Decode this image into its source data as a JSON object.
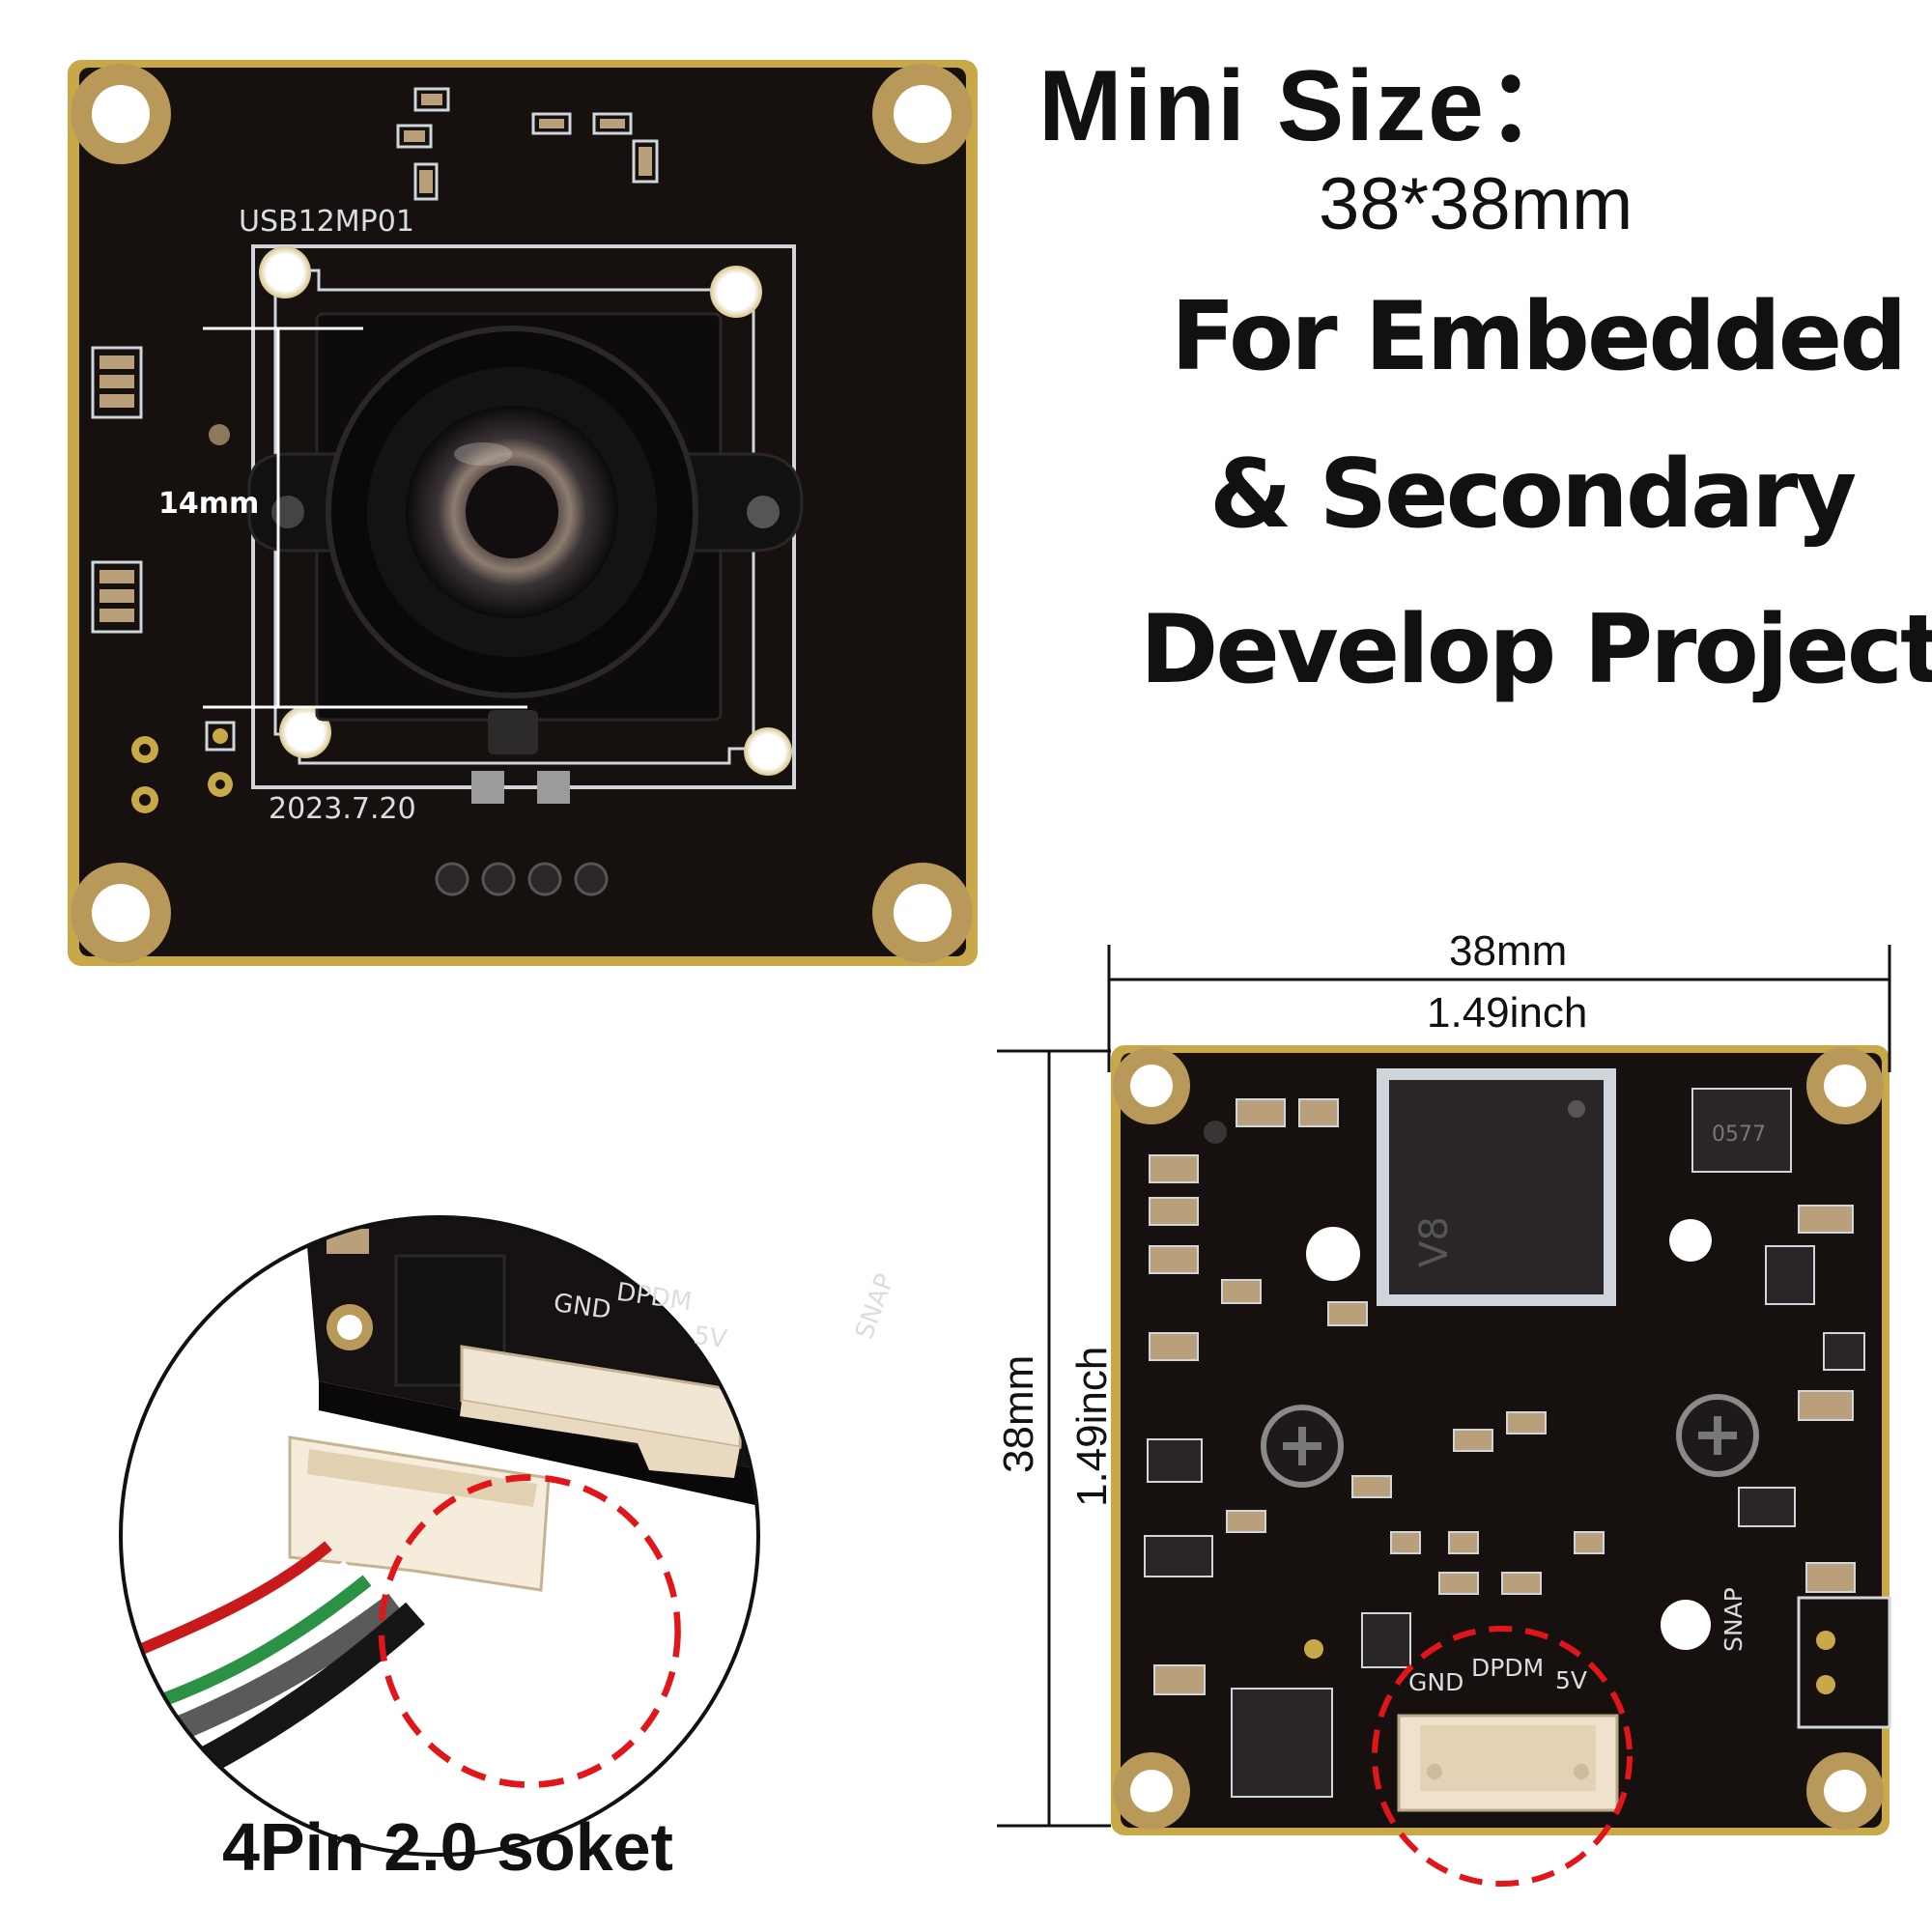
{
  "headline": {
    "title": "Mini Size：",
    "size": "38*38mm",
    "line1": "For Embedded",
    "line2": "& Secondary",
    "line3": "Develop Project"
  },
  "board_top": {
    "model_label": "USB12MP01",
    "date_label": "2023.7.20",
    "lens_dimension": "14mm"
  },
  "board_bottom": {
    "chip_label": "V8",
    "chip2_label": "0577",
    "snap_label": "SNAP",
    "pins": [
      "GND",
      "DPDM",
      "5V"
    ]
  },
  "dimensions": {
    "width_mm": "38mm",
    "width_inch": "1.49inch",
    "height_mm": "38mm",
    "height_inch": "1.49inch"
  },
  "closeup": {
    "pins": [
      "GND",
      "DPDM",
      "5V"
    ],
    "snap_label": "SNAP",
    "caption": "4Pin 2.0 soket"
  },
  "colors": {
    "pcb": "#16110f",
    "silk": "#d8dde2",
    "gold": "#c9a84a",
    "highlight": "#e0161b"
  }
}
